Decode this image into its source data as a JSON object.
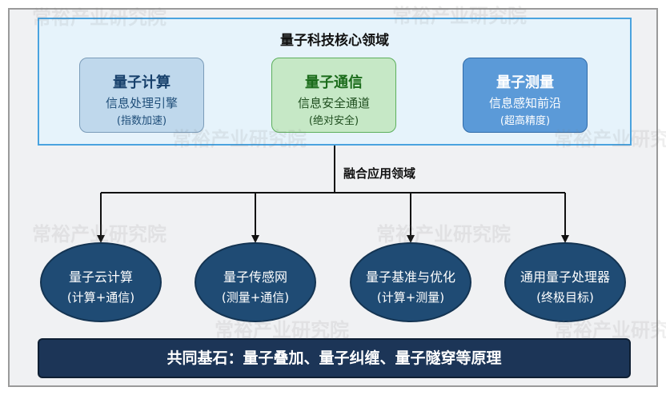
{
  "core": {
    "title": "量子科技核心领域",
    "cards": [
      {
        "title": "量子计算",
        "subtitle": "信息处理引擎",
        "note": "(指数加速)"
      },
      {
        "title": "量子通信",
        "subtitle": "信息安全通道",
        "note": "(绝对安全)"
      },
      {
        "title": "量子测量",
        "subtitle": "信息感知前沿",
        "note": "(超高精度)"
      }
    ]
  },
  "fusion": {
    "label": "融合应用领域",
    "apps": [
      {
        "title": "量子云计算",
        "note": "(计算+通信)"
      },
      {
        "title": "量子传感网",
        "note": "(测量+通信)"
      },
      {
        "title": "量子基准与优化",
        "note": "(计算+测量)"
      },
      {
        "title": "通用量子处理器",
        "note": "(终极目标)"
      }
    ]
  },
  "foundation": {
    "text": "共同基石：量子叠加、量子纠缠、量子隧穿等原理"
  },
  "watermark": {
    "text": "常裕产业研究院"
  },
  "colors": {
    "core_border": "#4aa3df",
    "card_compute": "#bfd8ec",
    "card_communication": "#c6e8c6",
    "card_measurement": "#5b9ad8",
    "oval_fill": "#1f4b74",
    "foundation_fill": "#1c3557"
  }
}
